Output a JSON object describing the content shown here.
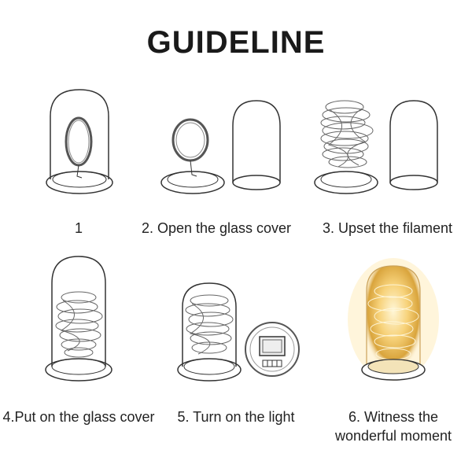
{
  "header": {
    "title": "GUIDELINE"
  },
  "steps": [
    {
      "caption": "1"
    },
    {
      "caption": "2. Open the glass cover"
    },
    {
      "caption": "3. Upset the filament"
    },
    {
      "caption": "4.Put on the glass cover"
    },
    {
      "caption": "5. Turn on the light"
    },
    {
      "caption_line1": "6. Witness the",
      "caption_line2": "wonderful moment"
    }
  ],
  "colors": {
    "line": "#333333",
    "glow": "#f5c25a",
    "glow_light": "#fff3c8"
  }
}
